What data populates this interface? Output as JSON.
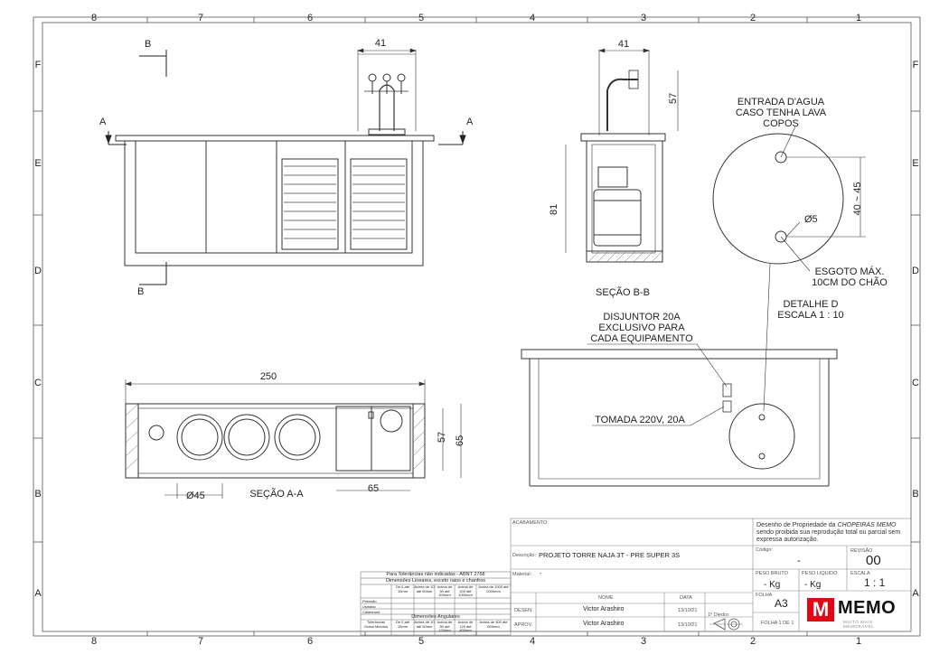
{
  "border": {
    "columns": [
      "8",
      "7",
      "6",
      "5",
      "4",
      "3",
      "2",
      "1"
    ],
    "rows": [
      "F",
      "E",
      "D",
      "C",
      "B",
      "A"
    ]
  },
  "front_view": {
    "section_markers": [
      "B",
      "B",
      "A",
      "A"
    ],
    "tower_width_dim": "41"
  },
  "section_bb": {
    "label": "SEÇÃO B-B",
    "dims": [
      "41",
      "57",
      "81"
    ]
  },
  "detail_d": {
    "water_inlet": "ENTRADA D'AGUA\nCASO TENHA LAVA\nCOPOS",
    "diameter": "Ø5",
    "height_range": "40 ~ 45",
    "drain": "ESGOTO MÁX.\n10CM DO CHÃO",
    "title": "DETALHE D\nESCALA 1 : 10"
  },
  "section_aa": {
    "label": "SEÇÃO A-A",
    "dims": [
      "250",
      "57",
      "65",
      "Ø45",
      "65"
    ]
  },
  "electrical": {
    "breaker_note": "DISJUNTOR 20A\nEXCLUSIVO PARA\nCADA EQUIPAMENTO",
    "outlet_note": "TOMADA 220V, 20A"
  },
  "title_block": {
    "acabamento_label": "ACABAMENTO:",
    "ownership_note_1": "Desenho de Propriedade da ",
    "ownership_company": "CHOPEIRAS MEMO",
    "ownership_note_2": "sendo proibida sua reprodução total ou parcial sem expressa autorização.",
    "descricao_label": "Descrição:",
    "descricao_value": "PROJETO TORRE NAJA 3T - PRE SUPER 3S",
    "codigo_label": "Código:",
    "codigo_value": "-",
    "revisao_label": "REVISÃO",
    "revisao_value": "00",
    "material_label": "Material:",
    "material_value": "-",
    "peso_bruto_label": "PESO BRUTO",
    "peso_bruto_value": "- Kg",
    "peso_liquido_label": "PESO LIQUIDO",
    "peso_liquido_value": "- Kg",
    "escala_label": "ESCALA",
    "escala_value": "1 : 1",
    "nome_label": "NOME",
    "data_label": "DATA",
    "desen_label": "DESEN.",
    "desen_name": "Victor Arashiro",
    "desen_date": "13/10/21",
    "aprov_label": "APROV.",
    "aprov_name": "Victor Arashiro",
    "aprov_date": "13/10/21",
    "folha_label": "FOLHA",
    "folha_value": "A3",
    "folha_count": "FOLHA 1 DE 1",
    "diedro_label": "1º Diedro:",
    "logo_text": "MEMO",
    "logo_mark": "M",
    "logo_sub": "MUITO MAIS MEMORÁVEL"
  },
  "tolerances": {
    "title": "Para Tolerâncias não indicadas - ABNT 2768",
    "linear_title": "Dimensões Lineares, exceto raios e chanfros",
    "linear_headers": [
      "De 0 até 10mm",
      "Acima de 10 até 50mm",
      "Acima de 50 até 200mm",
      "Acima de 200 até 1000mm",
      "Acima de 1000 até 2000mm"
    ],
    "row_labels": [
      "Precisão",
      "Usinado",
      "Caldeiraria"
    ],
    "angular_title": "Dimensões Angulares",
    "angular_headers": [
      "De 0 até 10mm",
      "Acima de 10 até 50mm",
      "Acima de 50 até 120mm",
      "Acima de 120 até 400mm",
      "Acima de 400 até 600mm"
    ],
    "angular_row": "Tolerâncias Graus Minutos"
  }
}
